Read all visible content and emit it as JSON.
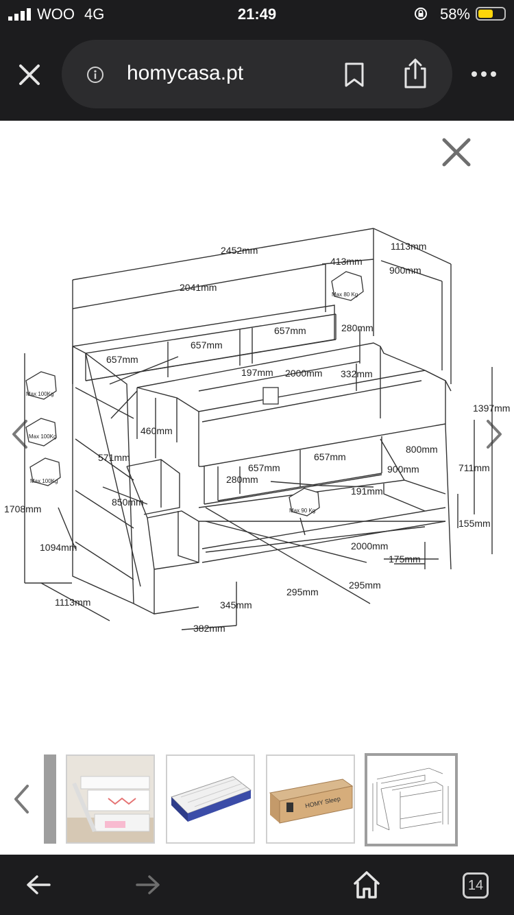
{
  "status_bar": {
    "carrier": "WOO",
    "network": "4G",
    "time": "21:49",
    "battery": "58%",
    "battery_level": 0.58
  },
  "browser": {
    "url": "homycasa.pt",
    "tab_count": "14",
    "icons": {
      "close": "close-icon",
      "info": "info-icon",
      "bookmark": "bookmark-icon",
      "share": "share-icon",
      "more": "more-icon",
      "back": "arrow-left-icon",
      "forward": "arrow-right-icon",
      "home": "home-icon"
    }
  },
  "viewer": {
    "dimensions": {
      "d2452": "2452mm",
      "d1113_top": "1113mm",
      "d413": "413mm",
      "d900_top": "900mm",
      "max80": "Max 80 Kg",
      "d2041": "2041mm",
      "d280_a": "280mm",
      "d657_a": "657mm",
      "d657_b": "657mm",
      "d657_c": "657mm",
      "d197": "197mm",
      "d2000_top": "2000mm",
      "d332": "332mm",
      "d1397": "1397mm",
      "max100_a": "Max 100Kg",
      "max100_b": "Max 100Kg",
      "max100_c": "Max 100Kg",
      "d460": "460mm",
      "d571": "571mm",
      "d657_d": "657mm",
      "d657_e": "657mm",
      "d800": "800mm",
      "d711": "711mm",
      "d280_b": "280mm",
      "d900_mid": "900mm",
      "d191": "191mm",
      "max90": "Max 90 Kg",
      "d850": "850mm",
      "d1708": "1708mm",
      "d155": "155mm",
      "d1094": "1094mm",
      "d2000_bottom": "2000mm",
      "d175": "175mm",
      "d295_a": "295mm",
      "d295_b": "295mm",
      "d1113_bottom": "1113mm",
      "d345": "345mm",
      "d382": "382mm"
    }
  },
  "thumbnails": [
    {
      "name": "thumb-partial"
    },
    {
      "name": "thumb-bunkbed-room"
    },
    {
      "name": "thumb-mattress"
    },
    {
      "name": "thumb-mattress-box",
      "label": "HOMY Sleep"
    },
    {
      "name": "thumb-dimensions-drawing",
      "selected": true
    }
  ]
}
